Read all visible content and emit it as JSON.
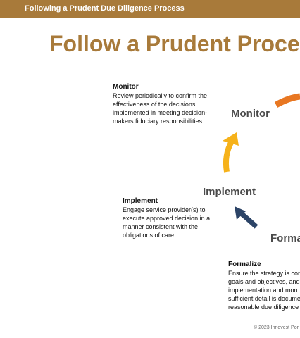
{
  "header": {
    "bar_title": "Following a Prudent Due Diligence Process"
  },
  "title": "Follow a Prudent Proces",
  "steps": {
    "monitor": {
      "label": "Monitor",
      "heading": "Monitor",
      "lines": [
        "Review periodically to confirm the",
        "effectiveness of the decisions",
        "implemented in meeting decision-",
        "makers fiduciary responsibilities."
      ]
    },
    "implement": {
      "label": "Implement",
      "heading": "Implement",
      "lines": [
        "Engage service provider(s) to",
        "execute approved decision in a",
        "manner consistent with the",
        "obligations of care."
      ]
    },
    "formalize": {
      "label": "Forma",
      "heading": "Formalize",
      "lines": [
        "Ensure the strategy is con",
        "goals and objectives, and",
        "implementation and mon",
        "sufficient detail is docume",
        "reasonable due diligence"
      ]
    }
  },
  "colors": {
    "brand": "#a87a3a",
    "arrow_orange": "#e87722",
    "arrow_yellow": "#f6b21a",
    "arrow_navy": "#2c4467"
  },
  "footer": {
    "copyright": "© 2023 Innovest Por"
  }
}
